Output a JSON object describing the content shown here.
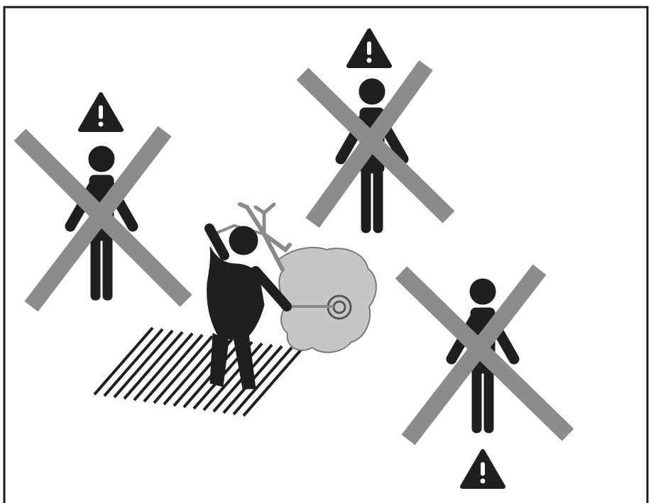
{
  "illustration": {
    "subject": "rotary-tiller-operator",
    "bystanders": [
      {
        "id": "left",
        "crossed_out": true,
        "warning": "above"
      },
      {
        "id": "top-center",
        "crossed_out": true,
        "warning": "above"
      },
      {
        "id": "right",
        "crossed_out": true,
        "warning": "below"
      }
    ],
    "warning_icon": "warning-triangle-icon",
    "cross_icon": "prohibited-x-icon"
  },
  "colors": {
    "figure": "#1f1f1f",
    "cross": "#8c8c8c",
    "tiller": "#c6c6c6",
    "tiller_outline": "#7a7a7a",
    "frame": "#1a1a1a",
    "background": "#ffffff"
  }
}
